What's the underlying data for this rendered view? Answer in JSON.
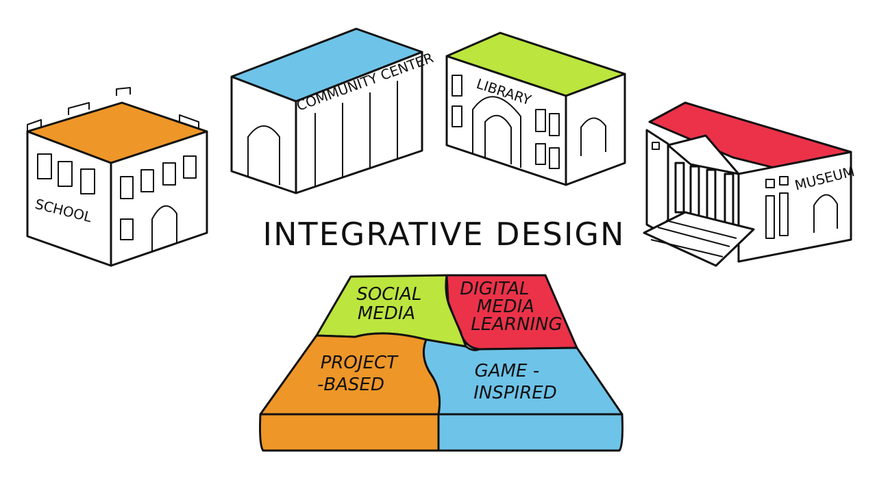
{
  "title": "INTEGRATIVE DESIGN",
  "colors": {
    "school_roof": "#EE9628",
    "community_roof": "#6EC3E8",
    "library_roof": "#BCE53E",
    "museum_roof": "#EB3249",
    "social_media": "#BCE53E",
    "digital_media": "#EB3249",
    "project_based": "#EE9628",
    "game_inspired": "#6EC3E8",
    "ink": "#111111"
  },
  "buildings": {
    "school": "SCHOOL",
    "community_center": "COMMUNITY CENTER",
    "library": "LIBRARY",
    "museum": "MUSEUM"
  },
  "puzzle": {
    "social_media": [
      "SOCIAL",
      "MEDIA"
    ],
    "digital_media_learning": [
      "DIGITAL",
      "MEDIA",
      "LEARNING"
    ],
    "project_based": [
      "PROJECT",
      "-BASED"
    ],
    "game_inspired": [
      "GAME -",
      "INSPIRED"
    ]
  }
}
